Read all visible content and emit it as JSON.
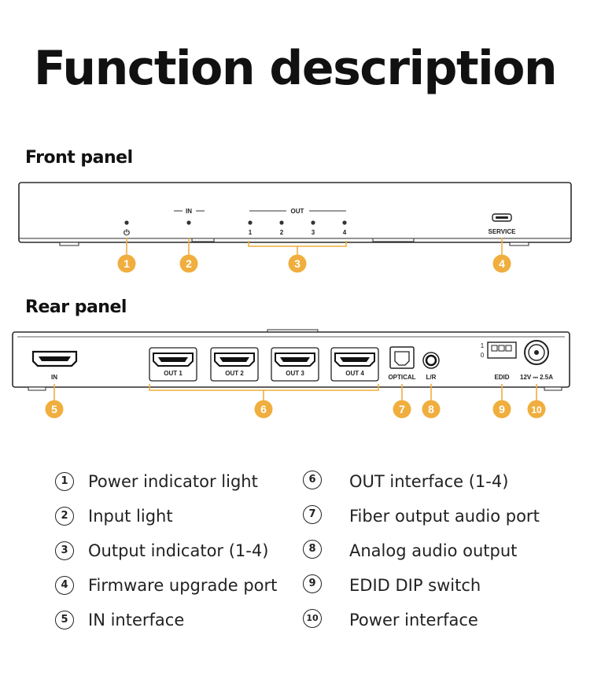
{
  "title": "Function description",
  "front_panel": {
    "heading": "Front panel",
    "in_label": "IN",
    "out_label": "OUT",
    "out_numbers": [
      "1",
      "2",
      "3",
      "4"
    ],
    "power_symbol": "⏻",
    "service_label": "SERVICE"
  },
  "rear_panel": {
    "heading": "Rear panel",
    "in_label": "IN",
    "out_labels": [
      "OUT 1",
      "OUT 2",
      "OUT 3",
      "OUT 4"
    ],
    "optical_label": "OPTICAL",
    "lr_label": "L/R",
    "edid_label": "EDID",
    "switch_on": "1",
    "switch_off": "0",
    "power_label": "12V ⎓ 2.5A"
  },
  "callouts": [
    "1",
    "2",
    "3",
    "4",
    "5",
    "6",
    "7",
    "8",
    "9",
    "10"
  ],
  "accent_color": "#f0ae3e",
  "legend": [
    {
      "num": "1",
      "label": "Power indicator light"
    },
    {
      "num": "2",
      "label": "Input light"
    },
    {
      "num": "3",
      "label": "Output indicator (1-4)"
    },
    {
      "num": "4",
      "label": "Firmware upgrade port"
    },
    {
      "num": "5",
      "label": "IN interface"
    },
    {
      "num": "6",
      "label": "OUT interface (1-4)"
    },
    {
      "num": "7",
      "label": "Fiber output audio port"
    },
    {
      "num": "8",
      "label": "Analog audio output"
    },
    {
      "num": "9",
      "label": "EDID DIP switch"
    },
    {
      "num": "10",
      "label": "Power interface"
    }
  ]
}
